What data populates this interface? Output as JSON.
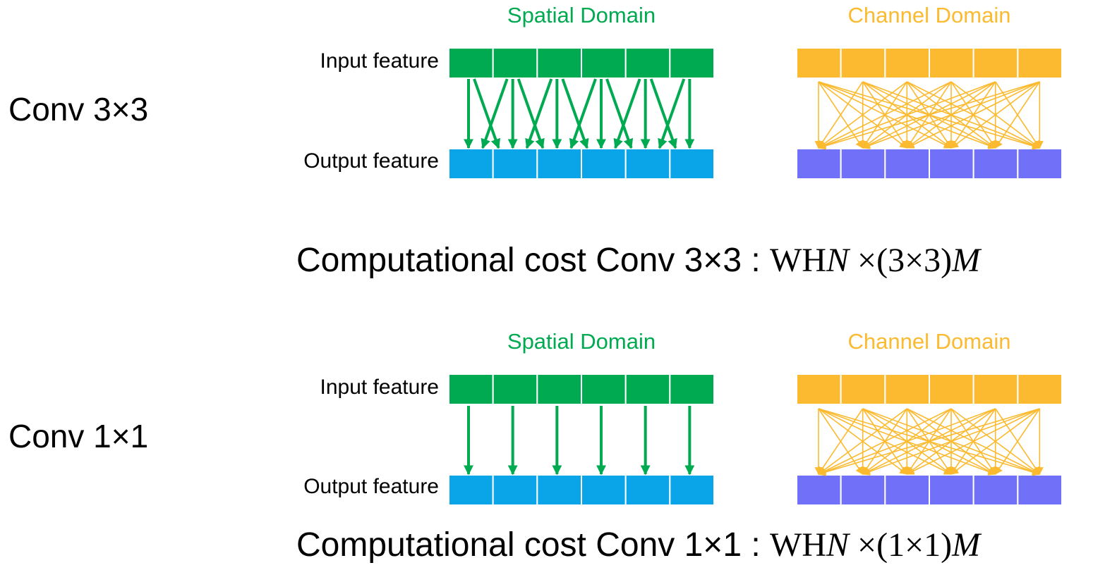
{
  "colors": {
    "spatial": "#00aa50",
    "channel": "#fbba2f",
    "spatial_output": "#0aa5e8",
    "channel_output": "#7070f8"
  },
  "cells_per_feature": 6,
  "rows": [
    {
      "label": "Conv 3×3",
      "spatial_title": "Spatial Domain",
      "channel_title": "Channel Domain",
      "input_label": "Input feature",
      "output_label": "Output feature",
      "kernel": 3,
      "cost": {
        "prefix": "Computational cost Conv 3×3 : ",
        "wh": "WH",
        "n": "N",
        "times": " ×",
        "k": "(3×3)",
        "m": "M"
      }
    },
    {
      "label": "Conv 1×1",
      "spatial_title": "Spatial Domain",
      "channel_title": "Channel Domain",
      "input_label": "Input feature",
      "output_label": "Output feature",
      "kernel": 1,
      "cost": {
        "prefix": "Computational cost Conv 1×1 : ",
        "wh": "WH",
        "n": "N",
        "times": " ×",
        "k": "(1×1)",
        "m": "M"
      }
    }
  ]
}
